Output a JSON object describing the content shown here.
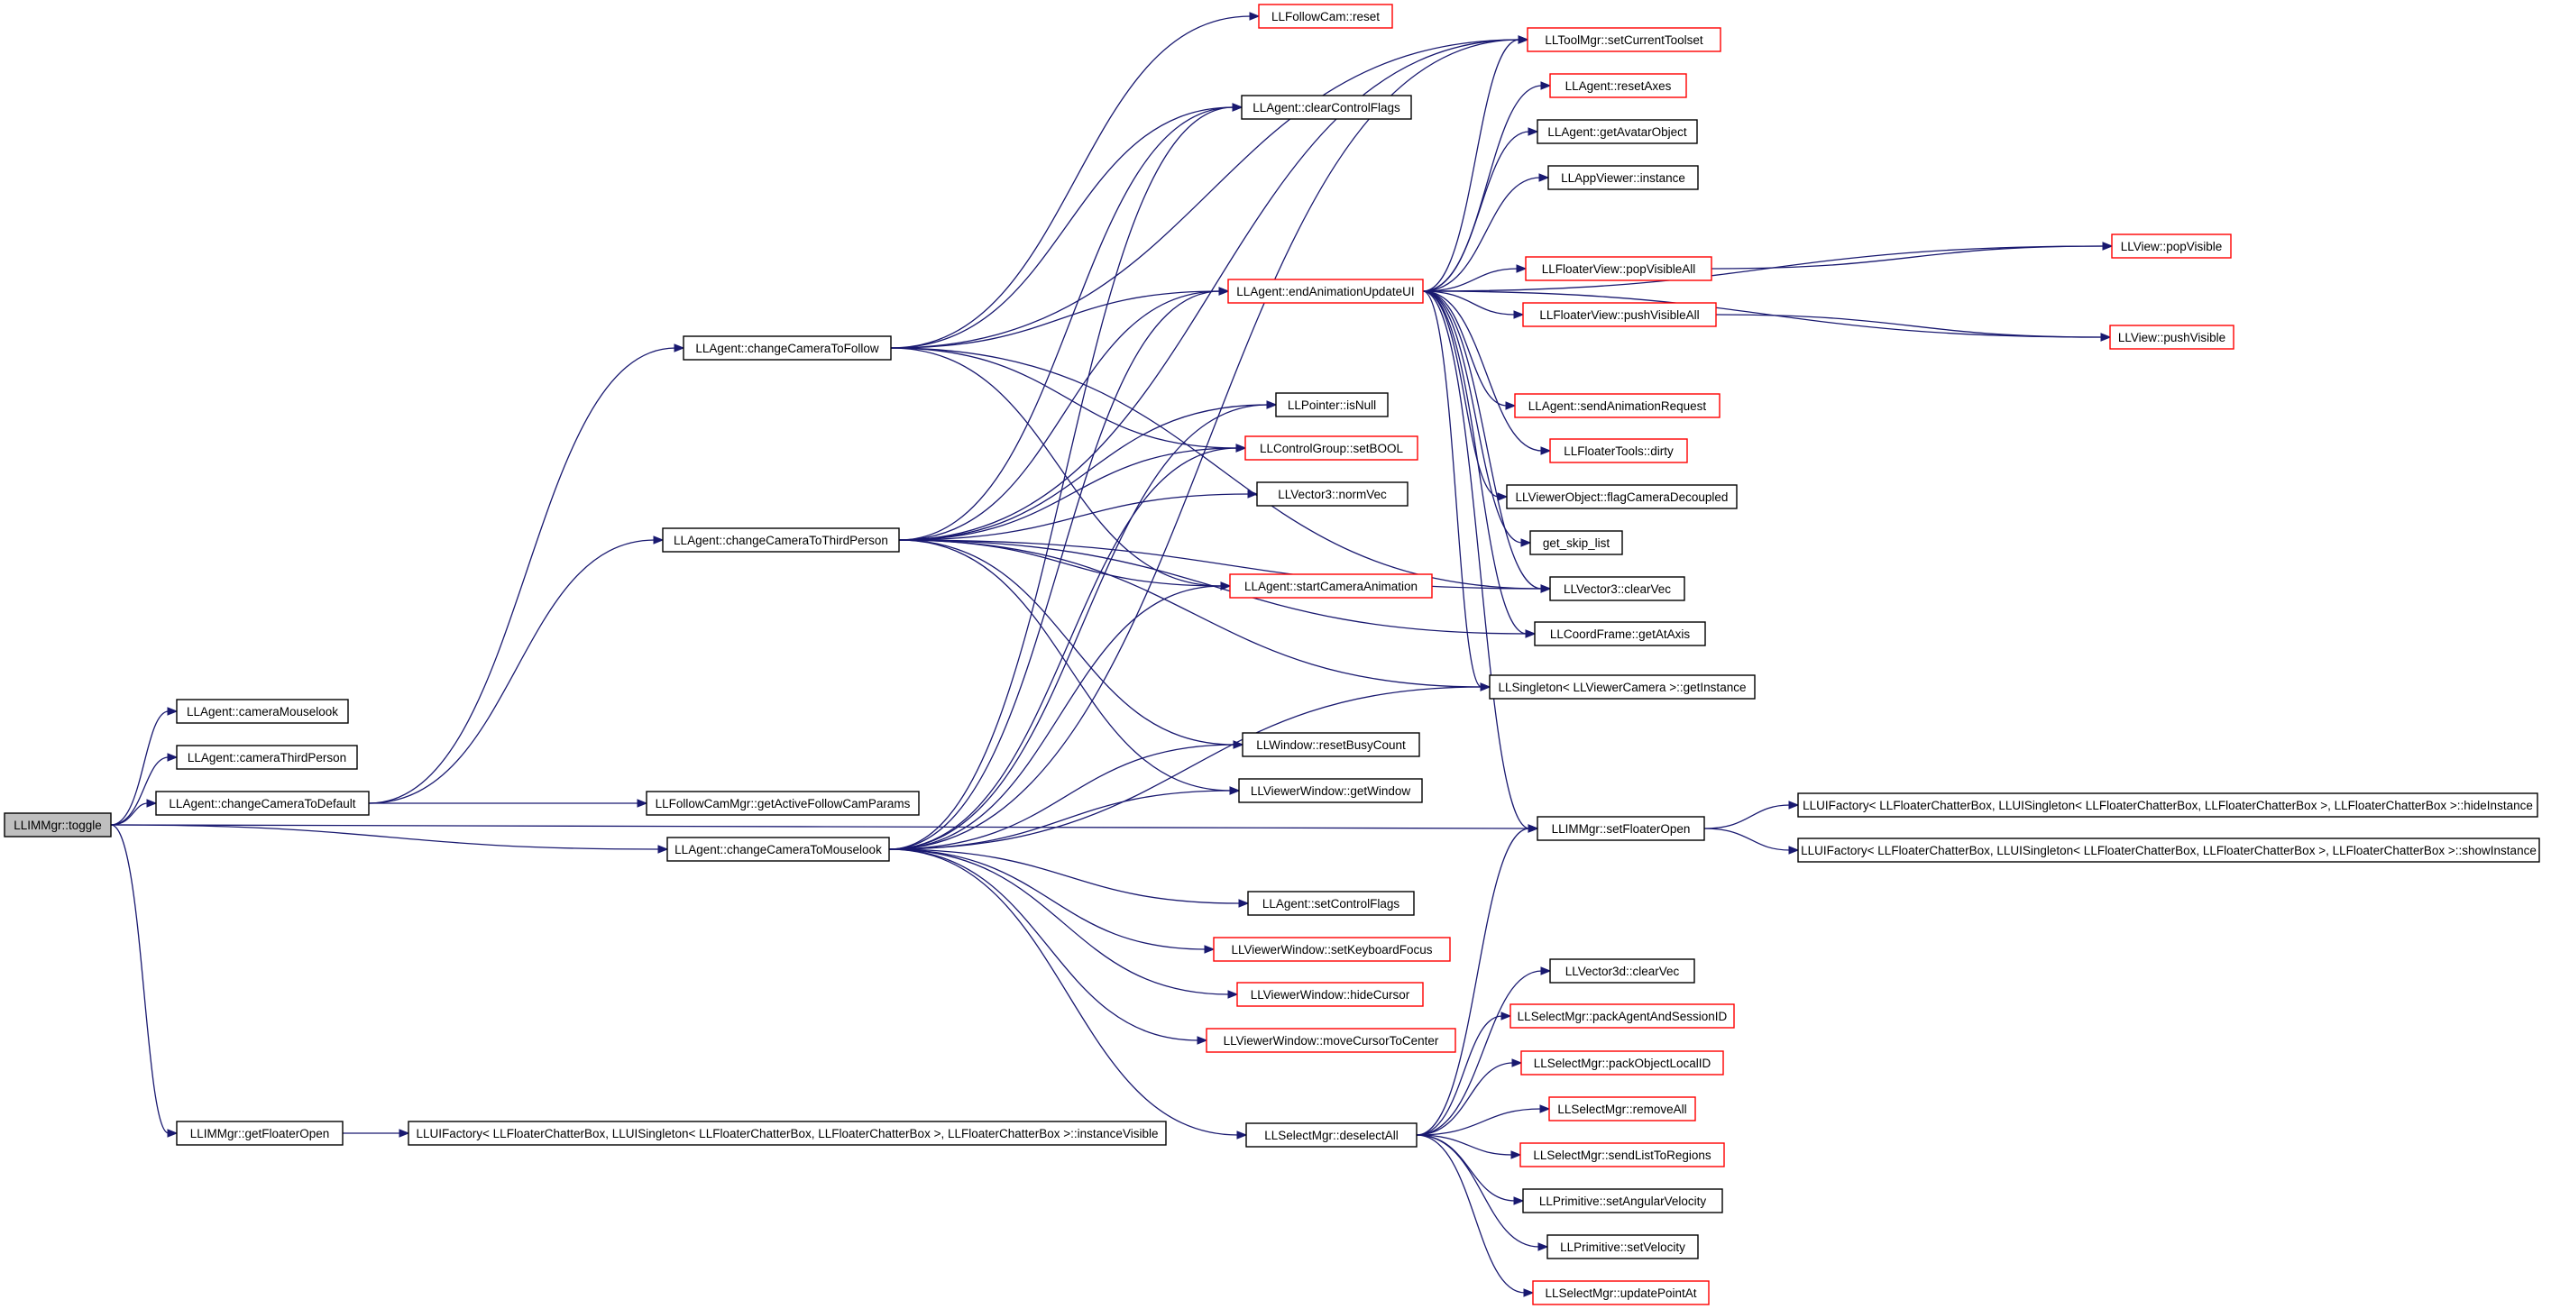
{
  "graph": {
    "nodes": [
      {
        "id": "toggle",
        "label": "LLIMMgr::toggle",
        "style": "root"
      },
      {
        "id": "cameraMouselook",
        "label": "LLAgent::cameraMouselook",
        "style": "normal"
      },
      {
        "id": "cameraThirdPerson",
        "label": "LLAgent::cameraThirdPerson",
        "style": "normal"
      },
      {
        "id": "changeCameraToDefault",
        "label": "LLAgent::changeCameraToDefault",
        "style": "normal"
      },
      {
        "id": "changeCameraToMouselook",
        "label": "LLAgent::changeCameraToMouselook",
        "style": "normal"
      },
      {
        "id": "getFloaterOpen",
        "label": "LLIMMgr::getFloaterOpen",
        "style": "normal"
      },
      {
        "id": "changeCameraToFollow",
        "label": "LLAgent::changeCameraToFollow",
        "style": "normal"
      },
      {
        "id": "changeCameraToThirdPerson",
        "label": "LLAgent::changeCameraToThirdPerson",
        "style": "normal"
      },
      {
        "id": "getActiveFollowCamParams",
        "label": "LLFollowCamMgr::getActiveFollowCamParams",
        "style": "normal"
      },
      {
        "id": "instanceVisible",
        "label": "LLUIFactory< LLFloaterChatterBox, LLUISingleton< LLFloaterChatterBox, LLFloaterChatterBox >, LLFloaterChatterBox >::instanceVisible",
        "style": "normal"
      },
      {
        "id": "followCamReset",
        "label": "LLFollowCam::reset",
        "style": "red"
      },
      {
        "id": "clearControlFlags",
        "label": "LLAgent::clearControlFlags",
        "style": "normal"
      },
      {
        "id": "endAnimationUpdateUI",
        "label": "LLAgent::endAnimationUpdateUI",
        "style": "red"
      },
      {
        "id": "isNull",
        "label": "LLPointer::isNull",
        "style": "normal"
      },
      {
        "id": "setBOOL",
        "label": "LLControlGroup::setBOOL",
        "style": "red"
      },
      {
        "id": "normVec",
        "label": "LLVector3::normVec",
        "style": "normal"
      },
      {
        "id": "startCameraAnimation",
        "label": "LLAgent::startCameraAnimation",
        "style": "red"
      },
      {
        "id": "resetBusyCount",
        "label": "LLWindow::resetBusyCount",
        "style": "normal"
      },
      {
        "id": "getWindow",
        "label": "LLViewerWindow::getWindow",
        "style": "normal"
      },
      {
        "id": "setControlFlags",
        "label": "LLAgent::setControlFlags",
        "style": "normal"
      },
      {
        "id": "setKeyboardFocus",
        "label": "LLViewerWindow::setKeyboardFocus",
        "style": "red"
      },
      {
        "id": "hideCursor",
        "label": "LLViewerWindow::hideCursor",
        "style": "red"
      },
      {
        "id": "moveCursorToCenter",
        "label": "LLViewerWindow::moveCursorToCenter",
        "style": "red"
      },
      {
        "id": "deselectAll",
        "label": "LLSelectMgr::deselectAll",
        "style": "normal"
      },
      {
        "id": "setCurrentToolset",
        "label": "LLToolMgr::setCurrentToolset",
        "style": "red"
      },
      {
        "id": "resetAxes",
        "label": "LLAgent::resetAxes",
        "style": "red"
      },
      {
        "id": "getAvatarObject",
        "label": "LLAgent::getAvatarObject",
        "style": "normal"
      },
      {
        "id": "appViewerInstance",
        "label": "LLAppViewer::instance",
        "style": "normal"
      },
      {
        "id": "popVisibleAll",
        "label": "LLFloaterView::popVisibleAll",
        "style": "red"
      },
      {
        "id": "pushVisibleAll",
        "label": "LLFloaterView::pushVisibleAll",
        "style": "red"
      },
      {
        "id": "sendAnimationRequest",
        "label": "LLAgent::sendAnimationRequest",
        "style": "red"
      },
      {
        "id": "floaterToolsDirty",
        "label": "LLFloaterTools::dirty",
        "style": "red"
      },
      {
        "id": "flagCameraDecoupled",
        "label": "LLViewerObject::flagCameraDecoupled",
        "style": "normal"
      },
      {
        "id": "getSkipList",
        "label": "get_skip_list",
        "style": "normal"
      },
      {
        "id": "vector3ClearVec",
        "label": "LLVector3::clearVec",
        "style": "normal"
      },
      {
        "id": "getAtAxis",
        "label": "LLCoordFrame::getAtAxis",
        "style": "normal"
      },
      {
        "id": "getInstance",
        "label": "LLSingleton< LLViewerCamera >::getInstance",
        "style": "normal"
      },
      {
        "id": "setFloaterOpen",
        "label": "LLIMMgr::setFloaterOpen",
        "style": "normal"
      },
      {
        "id": "vector3dClearVec",
        "label": "LLVector3d::clearVec",
        "style": "normal"
      },
      {
        "id": "packAgentAndSessionID",
        "label": "LLSelectMgr::packAgentAndSessionID",
        "style": "red"
      },
      {
        "id": "packObjectLocalID",
        "label": "LLSelectMgr::packObjectLocalID",
        "style": "red"
      },
      {
        "id": "removeAll",
        "label": "LLSelectMgr::removeAll",
        "style": "red"
      },
      {
        "id": "sendListToRegions",
        "label": "LLSelectMgr::sendListToRegions",
        "style": "red"
      },
      {
        "id": "setAngularVelocity",
        "label": "LLPrimitive::setAngularVelocity",
        "style": "normal"
      },
      {
        "id": "setVelocity",
        "label": "LLPrimitive::setVelocity",
        "style": "normal"
      },
      {
        "id": "updatePointAt",
        "label": "LLSelectMgr::updatePointAt",
        "style": "red"
      },
      {
        "id": "popVisible",
        "label": "LLView::popVisible",
        "style": "red"
      },
      {
        "id": "pushVisible",
        "label": "LLView::pushVisible",
        "style": "red"
      },
      {
        "id": "hideInstance",
        "label": "LLUIFactory< LLFloaterChatterBox, LLUISingleton< LLFloaterChatterBox, LLFloaterChatterBox >, LLFloaterChatterBox >::hideInstance",
        "style": "normal"
      },
      {
        "id": "showInstance",
        "label": "LLUIFactory< LLFloaterChatterBox, LLUISingleton< LLFloaterChatterBox, LLFloaterChatterBox >, LLFloaterChatterBox >::showInstance",
        "style": "normal"
      }
    ],
    "edges": [
      [
        "toggle",
        "cameraMouselook"
      ],
      [
        "toggle",
        "cameraThirdPerson"
      ],
      [
        "toggle",
        "changeCameraToDefault"
      ],
      [
        "toggle",
        "changeCameraToMouselook"
      ],
      [
        "toggle",
        "getFloaterOpen"
      ],
      [
        "toggle",
        "setFloaterOpen"
      ],
      [
        "changeCameraToDefault",
        "changeCameraToFollow"
      ],
      [
        "changeCameraToDefault",
        "changeCameraToThirdPerson"
      ],
      [
        "changeCameraToDefault",
        "getActiveFollowCamParams"
      ],
      [
        "getFloaterOpen",
        "instanceVisible"
      ],
      [
        "changeCameraToFollow",
        "followCamReset"
      ],
      [
        "changeCameraToFollow",
        "setCurrentToolset"
      ],
      [
        "changeCameraToFollow",
        "clearControlFlags"
      ],
      [
        "changeCameraToFollow",
        "endAnimationUpdateUI"
      ],
      [
        "changeCameraToFollow",
        "setBOOL"
      ],
      [
        "changeCameraToFollow",
        "startCameraAnimation"
      ],
      [
        "changeCameraToFollow",
        "vector3ClearVec"
      ],
      [
        "changeCameraToThirdPerson",
        "setCurrentToolset"
      ],
      [
        "changeCameraToThirdPerson",
        "clearControlFlags"
      ],
      [
        "changeCameraToThirdPerson",
        "endAnimationUpdateUI"
      ],
      [
        "changeCameraToThirdPerson",
        "isNull"
      ],
      [
        "changeCameraToThirdPerson",
        "setBOOL"
      ],
      [
        "changeCameraToThirdPerson",
        "normVec"
      ],
      [
        "changeCameraToThirdPerson",
        "startCameraAnimation"
      ],
      [
        "changeCameraToThirdPerson",
        "resetBusyCount"
      ],
      [
        "changeCameraToThirdPerson",
        "getWindow"
      ],
      [
        "changeCameraToThirdPerson",
        "vector3ClearVec"
      ],
      [
        "changeCameraToThirdPerson",
        "getAtAxis"
      ],
      [
        "changeCameraToThirdPerson",
        "getInstance"
      ],
      [
        "changeCameraToMouselook",
        "setCurrentToolset"
      ],
      [
        "changeCameraToMouselook",
        "clearControlFlags"
      ],
      [
        "changeCameraToMouselook",
        "endAnimationUpdateUI"
      ],
      [
        "changeCameraToMouselook",
        "isNull"
      ],
      [
        "changeCameraToMouselook",
        "setBOOL"
      ],
      [
        "changeCameraToMouselook",
        "startCameraAnimation"
      ],
      [
        "changeCameraToMouselook",
        "resetBusyCount"
      ],
      [
        "changeCameraToMouselook",
        "getWindow"
      ],
      [
        "changeCameraToMouselook",
        "setControlFlags"
      ],
      [
        "changeCameraToMouselook",
        "setKeyboardFocus"
      ],
      [
        "changeCameraToMouselook",
        "hideCursor"
      ],
      [
        "changeCameraToMouselook",
        "moveCursorToCenter"
      ],
      [
        "changeCameraToMouselook",
        "deselectAll"
      ],
      [
        "changeCameraToMouselook",
        "getInstance"
      ],
      [
        "endAnimationUpdateUI",
        "setCurrentToolset"
      ],
      [
        "endAnimationUpdateUI",
        "resetAxes"
      ],
      [
        "endAnimationUpdateUI",
        "getAvatarObject"
      ],
      [
        "endAnimationUpdateUI",
        "appViewerInstance"
      ],
      [
        "endAnimationUpdateUI",
        "popVisible"
      ],
      [
        "endAnimationUpdateUI",
        "popVisibleAll"
      ],
      [
        "endAnimationUpdateUI",
        "pushVisibleAll"
      ],
      [
        "endAnimationUpdateUI",
        "pushVisible"
      ],
      [
        "endAnimationUpdateUI",
        "sendAnimationRequest"
      ],
      [
        "endAnimationUpdateUI",
        "floaterToolsDirty"
      ],
      [
        "endAnimationUpdateUI",
        "flagCameraDecoupled"
      ],
      [
        "endAnimationUpdateUI",
        "getSkipList"
      ],
      [
        "endAnimationUpdateUI",
        "vector3ClearVec"
      ],
      [
        "endAnimationUpdateUI",
        "getAtAxis"
      ],
      [
        "endAnimationUpdateUI",
        "getInstance"
      ],
      [
        "endAnimationUpdateUI",
        "setFloaterOpen"
      ],
      [
        "popVisibleAll",
        "popVisible"
      ],
      [
        "pushVisibleAll",
        "pushVisible"
      ],
      [
        "setFloaterOpen",
        "hideInstance"
      ],
      [
        "setFloaterOpen",
        "showInstance"
      ],
      [
        "deselectAll",
        "setFloaterOpen"
      ],
      [
        "deselectAll",
        "vector3dClearVec"
      ],
      [
        "deselectAll",
        "packAgentAndSessionID"
      ],
      [
        "deselectAll",
        "packObjectLocalID"
      ],
      [
        "deselectAll",
        "removeAll"
      ],
      [
        "deselectAll",
        "sendListToRegions"
      ],
      [
        "deselectAll",
        "setAngularVelocity"
      ],
      [
        "deselectAll",
        "setVelocity"
      ],
      [
        "deselectAll",
        "updatePointAt"
      ]
    ]
  }
}
